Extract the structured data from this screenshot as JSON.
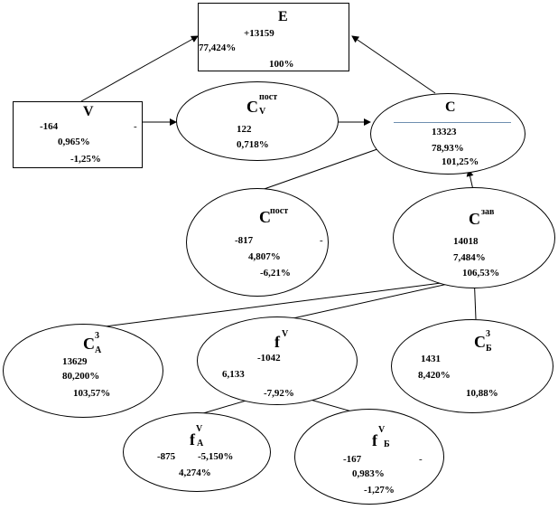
{
  "nodes": {
    "E": {
      "label": "E",
      "values": [
        "+13159",
        "77,424%",
        "100%"
      ]
    },
    "V": {
      "label": "V",
      "values": [
        "-164",
        "0,965%",
        "-1,25%"
      ],
      "marker": "-"
    },
    "Cv": {
      "label": "C",
      "sup": "пост",
      "sub": "V",
      "values": [
        "122",
        "0,718%"
      ]
    },
    "C": {
      "label": "C",
      "values": [
        "13323",
        "78,93%",
        "101,25%"
      ]
    },
    "Cpost": {
      "label": "C",
      "sup": "пост",
      "values": [
        "-817",
        "4,807%",
        "-6,21%"
      ],
      "marker": "-"
    },
    "Czav": {
      "label": "C",
      "sup": "зав",
      "values": [
        "14018",
        "7,484%",
        "106,53%"
      ]
    },
    "C3A": {
      "label": "C",
      "sup": "3",
      "sub": "А",
      "values": [
        "13629",
        "80,200%",
        "103,57%"
      ]
    },
    "fV": {
      "label": "f",
      "sup": "V",
      "values": [
        "-1042",
        "6,133",
        "-7,92%"
      ]
    },
    "C3B": {
      "label": "C",
      "sup": "3",
      "sub": "Б",
      "values": [
        "1431",
        "8,420%",
        "10,88%"
      ]
    },
    "fVA": {
      "label": "f",
      "sup": "V",
      "sub": "А",
      "values": [
        "-875",
        "-5,150%",
        "4,274%"
      ]
    },
    "fVB": {
      "label": "f",
      "sup": "V",
      "sub": "Б",
      "values": [
        "-167",
        "0,983%",
        "-1,27%"
      ],
      "marker": "-"
    }
  },
  "colors": {
    "line": "#000000",
    "accent_line": "#6f8fb0",
    "background": "#ffffff"
  }
}
